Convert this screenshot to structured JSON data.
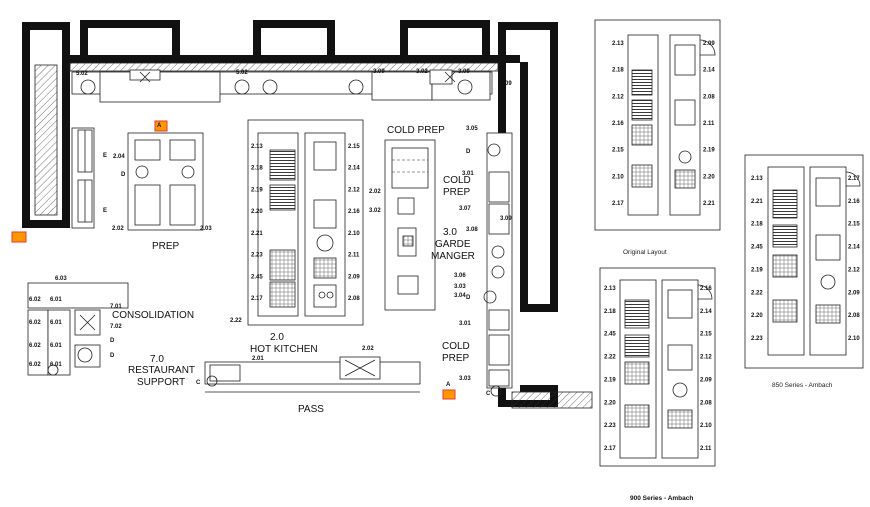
{
  "main_plan": {
    "rooms": {
      "prep": "PREP",
      "cold_prep_top": "COLD PREP",
      "cold_prep_right": "COLD PREP",
      "garde_manger": "3.0\nGARDE\nMANGER",
      "cold_prep_bottom": "COLD\nPREP",
      "hot_kitchen": "2.0\nHOT KITCHEN",
      "consolidation": "CONSOLIDATION",
      "restaurant_support": "7.0\nRESTAURANT\nSUPPORT",
      "pass": "PASS"
    },
    "tags": {
      "t502a": "5.02",
      "t502b": "5.02",
      "t309a": "3.09",
      "t302": "3.02",
      "t309b": "3.09",
      "t309c": "3.09",
      "t305": "3.05",
      "t301": "3.01",
      "t307": "3.07",
      "t309d": "3.09",
      "t308": "3.08",
      "t306": "3.06",
      "t303": "3.03",
      "t304": "3.04",
      "t301b": "3.01",
      "t303b": "3.03",
      "t204": "2.04",
      "t202a": "2.02",
      "t203a": "2.03",
      "t202b": "2.02",
      "t302b": "3.02",
      "t201": "2.01",
      "t202c": "2.02",
      "t701": "7.01",
      "t702": "7.02",
      "t603": "6.03",
      "t602a": "6.02",
      "t602b": "6.02",
      "t602c": "6.02",
      "t602d": "6.02",
      "t601a": "6.01",
      "t601b": "6.01",
      "t601c": "6.01",
      "t601d": "6.01",
      "t222": "2.22",
      "e1": "E",
      "e2": "E",
      "d1": "D",
      "d2": "D",
      "d3": "D",
      "d4": "D",
      "d5": "D",
      "c1": "C",
      "c2": "C",
      "a1": "A",
      "a2": "A"
    },
    "hk_tags": [
      "2.13",
      "2.18",
      "2.19",
      "2.20",
      "2.21",
      "2.23",
      "2.45",
      "2.17",
      "2.15",
      "2.14",
      "2.12",
      "2.16",
      "2.10",
      "2.11",
      "2.09",
      "2.08"
    ]
  },
  "variant_original": {
    "caption": "Original Layout",
    "tags": [
      "2.13",
      "2.18",
      "2.12",
      "2.16",
      "2.15",
      "2.10",
      "2.17",
      "2.09",
      "2.14",
      "2.08",
      "2.11",
      "2.19",
      "2.20",
      "2.21"
    ]
  },
  "variant_900": {
    "caption": "900 Series - Ambach",
    "tags": [
      "2.13",
      "2.18",
      "2.45",
      "2.22",
      "2.19",
      "2.20",
      "2.23",
      "2.17",
      "2.16",
      "2.14",
      "2.15",
      "2.12",
      "2.09",
      "2.08",
      "2.10",
      "2.11"
    ]
  },
  "variant_850": {
    "caption": "850 Series - Ambach",
    "tags": [
      "2.13",
      "2.21",
      "2.18",
      "2.45",
      "2.19",
      "2.22",
      "2.20",
      "2.23",
      "2.17",
      "2.16",
      "2.15",
      "2.14",
      "2.12",
      "2.09",
      "2.08",
      "2.10"
    ]
  },
  "colors": {
    "wall": "#111111",
    "line": "#222222",
    "marker": "#e53935",
    "marker_fill": "#ff9800"
  }
}
